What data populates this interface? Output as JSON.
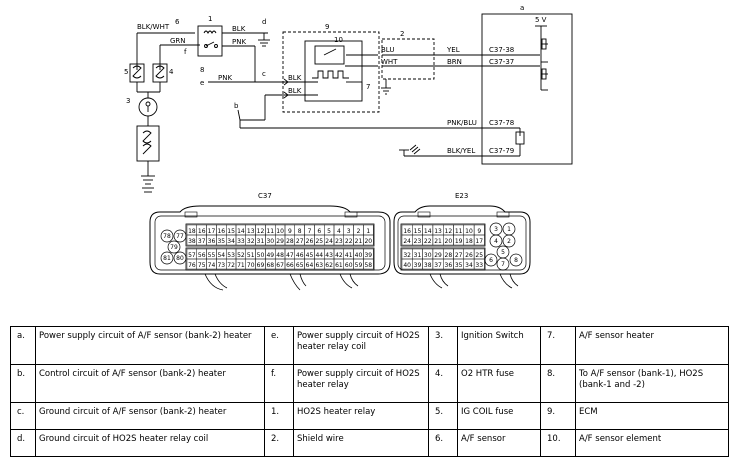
{
  "wiring": {
    "labels": {
      "blk_wht": "BLK/WHT",
      "grn": "GRN",
      "blk_relay": "BLK",
      "pnk_relay": "PNK",
      "pnk_left": "PNK",
      "blk_mid1": "BLK",
      "blk_mid2": "BLK",
      "blu": "BLU",
      "wht": "WHT",
      "yel": "YEL",
      "brn": "BRN",
      "c37_38": "C37-38",
      "c37_37": "C37-37",
      "c37_78": "C37-78",
      "c37_79": "C37-79",
      "pnk_blu": "PNK/BLU",
      "blk_yel": "BLK/YEL",
      "five_v": "5 V"
    },
    "callouts": {
      "a": "a",
      "b": "b",
      "c": "c",
      "d": "d",
      "e": "e",
      "f": "f",
      "n1": "1",
      "n2": "2",
      "n3": "3",
      "n4": "4",
      "n5": "5",
      "n6": "6",
      "n7": "7",
      "n8": "8",
      "n9": "9",
      "n10": "10"
    }
  },
  "connectors": {
    "c37": {
      "label": "C37",
      "row1": [
        "18",
        "16",
        "17",
        "16",
        "15",
        "14",
        "13",
        "12",
        "11",
        "10",
        "9",
        "8",
        "7",
        "6",
        "5",
        "4",
        "3",
        "2",
        "1"
      ],
      "row2": [
        "38",
        "37",
        "36",
        "35",
        "34",
        "33",
        "32",
        "31",
        "30",
        "29",
        "28",
        "27",
        "26",
        "25",
        "24",
        "23",
        "22",
        "21",
        "20"
      ],
      "row3": [
        "57",
        "56",
        "55",
        "54",
        "53",
        "52",
        "51",
        "50",
        "49",
        "48",
        "47",
        "46",
        "45",
        "44",
        "43",
        "42",
        "41",
        "40",
        "39"
      ],
      "row4": [
        "76",
        "75",
        "74",
        "73",
        "72",
        "71",
        "70",
        "69",
        "68",
        "67",
        "66",
        "65",
        "64",
        "63",
        "62",
        "61",
        "60",
        "59",
        "58"
      ],
      "round_pins": [
        "78",
        "77",
        "79",
        "81",
        "80"
      ]
    },
    "e23": {
      "label": "E23",
      "row1": [
        "16",
        "15",
        "14",
        "13",
        "12",
        "11",
        "10",
        "9"
      ],
      "row2": [
        "24",
        "23",
        "22",
        "21",
        "20",
        "19",
        "18",
        "17"
      ],
      "row3": [
        "32",
        "31",
        "30",
        "29",
        "28",
        "27",
        "26",
        "25"
      ],
      "row4": [
        "40",
        "39",
        "38",
        "37",
        "36",
        "35",
        "34",
        "33"
      ],
      "round_pins": [
        "3",
        "1",
        "4",
        "2",
        "5",
        "6",
        "8",
        "7"
      ]
    }
  },
  "legend": [
    [
      {
        "key": "a.",
        "text": "Power supply circuit of A/F sensor (bank-2) heater"
      },
      {
        "key": "e.",
        "text": "Power supply circuit of HO2S heater relay coil"
      },
      {
        "key": "3.",
        "text": "Ignition Switch"
      },
      {
        "key": "7.",
        "text": "A/F sensor heater"
      }
    ],
    [
      {
        "key": "b.",
        "text": "Control circuit of A/F sensor (bank-2) heater"
      },
      {
        "key": "f.",
        "text": "Power supply circuit of HO2S heater relay"
      },
      {
        "key": "4.",
        "text": "O2 HTR fuse"
      },
      {
        "key": "8.",
        "text": "To A/F sensor (bank-1), HO2S (bank-1 and -2)"
      }
    ],
    [
      {
        "key": "c.",
        "text": "Ground circuit of A/F sensor (bank-2) heater"
      },
      {
        "key": "1.",
        "text": "HO2S heater relay"
      },
      {
        "key": "5.",
        "text": "IG COIL fuse"
      },
      {
        "key": "9.",
        "text": "ECM"
      }
    ],
    [
      {
        "key": "d.",
        "text": "Ground circuit of HO2S heater relay coil"
      },
      {
        "key": "2.",
        "text": "Shield wire"
      },
      {
        "key": "6.",
        "text": "A/F sensor"
      },
      {
        "key": "10.",
        "text": "A/F sensor element"
      }
    ]
  ]
}
